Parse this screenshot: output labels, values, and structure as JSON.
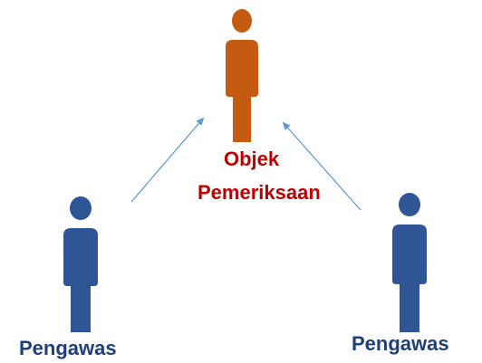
{
  "diagram": {
    "center": {
      "label_line1": "Objek",
      "label_line2": "Pemeriksaan",
      "figure_icon": "person-icon",
      "figure_color": "#C55A11",
      "label_color": "#C00000"
    },
    "left": {
      "label": "Pengawas",
      "figure_icon": "person-icon",
      "figure_color": "#2F5597",
      "label_color": "#1F3F7A"
    },
    "right": {
      "label": "Pengawas",
      "figure_icon": "person-icon",
      "figure_color": "#2F5597",
      "label_color": "#1F3F7A"
    },
    "arrow_color": "#5B9BD5"
  }
}
